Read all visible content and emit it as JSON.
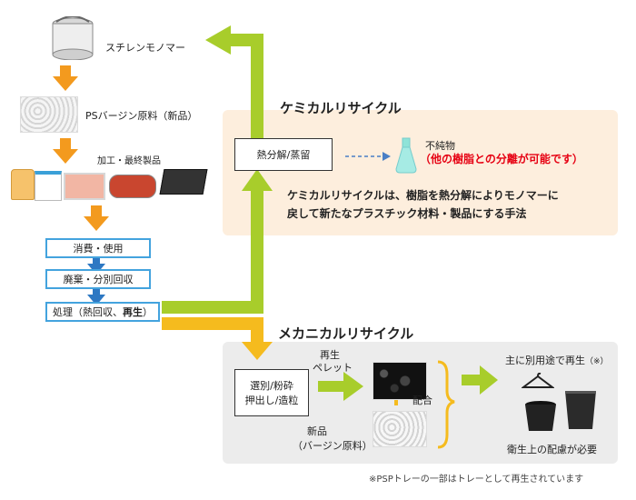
{
  "left_flow": {
    "styrene_monomer": "スチレンモノマー",
    "ps_virgin": "PSバージン原料（新品）",
    "processed": "加工・最終製品",
    "steps": [
      "消費・使用",
      "廃棄・分別回収"
    ],
    "treatment_prefix": "処理（熱回収、",
    "treatment_bold": "再生",
    "treatment_suffix": "）"
  },
  "chemical": {
    "title": "ケミカルリサイクル",
    "process_box": "熱分解/蒸留",
    "impurity_label": "不純物",
    "impurity_note": "（他の樹脂との分離が可能です）",
    "desc_line1": "ケミカルリサイクルは、樹脂を熱分解によりモノマーに",
    "desc_line2": "戻して新たなプラスチック材料・製品にする手法"
  },
  "mechanical": {
    "title": "メカニカルリサイクル",
    "process_line1": "選別/粉砕",
    "process_line2": "押出し/造粒",
    "pellet_line1": "再生",
    "pellet_line2": "ペレット",
    "blend": "配合",
    "new_line1": "新品",
    "new_line2": "（バージン原料）",
    "reuse_main": "主に別用途で再生",
    "reuse_note": "（※）",
    "hygiene": "衛生上の配慮が必要"
  },
  "footnote": "※PSPトレーの一部はトレーとして再生されています",
  "colors": {
    "orange_arrow": "#f39a1e",
    "green_arrow": "#a8cd2b",
    "yellow_arrow": "#f5bb1e",
    "blue_box": "#43a3de",
    "blue_arrow": "#2d78c3",
    "red_text": "#e60012",
    "chem_panel": "#fdeedd",
    "mech_panel": "#ececec",
    "brace": "#f5bb1e"
  }
}
